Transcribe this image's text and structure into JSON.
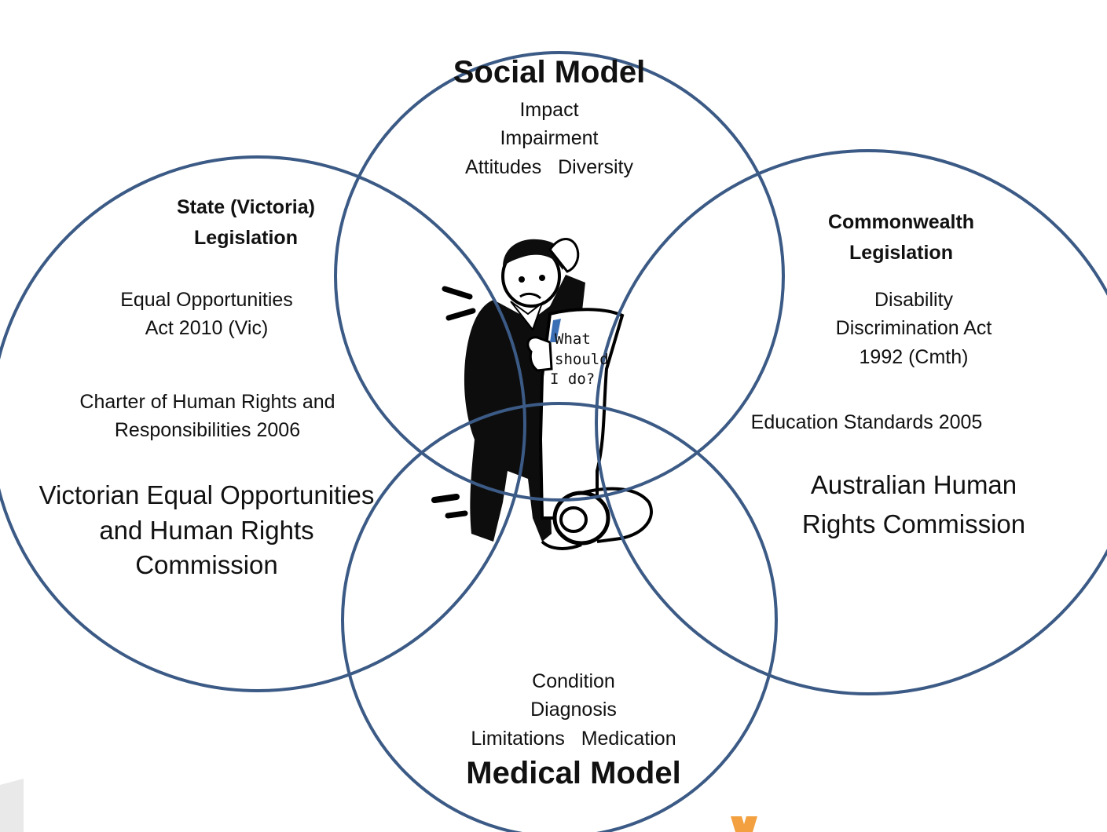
{
  "diagram": {
    "social_model": {
      "title": "Social Model",
      "items": [
        "Impact",
        "Impairment",
        "Attitudes   Diversity"
      ]
    },
    "state_legislation": {
      "title_line1": "State (Victoria)",
      "title_line2": "Legislation",
      "item1_line1": "Equal Opportunities",
      "item1_line2": "Act 2010 (Vic)",
      "item2_line1": "Charter of Human Rights and",
      "item2_line2": "Responsibilities 2006",
      "commission_line1": "Victorian Equal Opportunities",
      "commission_line2": "and Human Rights",
      "commission_line3": "Commission"
    },
    "commonwealth_legislation": {
      "title_line1": "Commonwealth",
      "title_line2": "Legislation",
      "item1_line1": "Disability",
      "item1_line2": "Discrimination Act",
      "item1_line3": "1992 (Cmth)",
      "item2": "Education Standards 2005",
      "commission_line1": "Australian Human",
      "commission_line2": "Rights Commission"
    },
    "medical_model": {
      "title": "Medical Model",
      "items": [
        "Condition",
        "Diagnosis",
        "Limitations   Medication"
      ]
    },
    "center_figure": {
      "speech_line1": "What",
      "speech_line2": "should",
      "speech_line3": "I do?"
    },
    "colors": {
      "circle_stroke": "#3b5a85",
      "text": "#111111"
    }
  }
}
